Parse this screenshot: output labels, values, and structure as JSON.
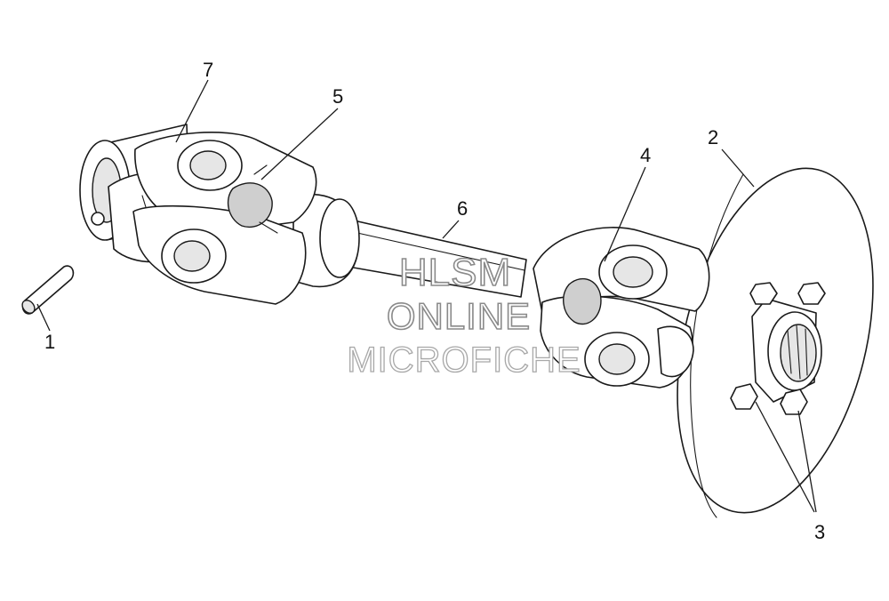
{
  "callouts": {
    "c1": "1",
    "c2": "2",
    "c3": "3",
    "c4": "4",
    "c5": "5",
    "c6": "6",
    "c7": "7"
  },
  "watermark": {
    "line1": "HLSM",
    "line2": "ONLINE",
    "line3": "MICROFICHE"
  }
}
